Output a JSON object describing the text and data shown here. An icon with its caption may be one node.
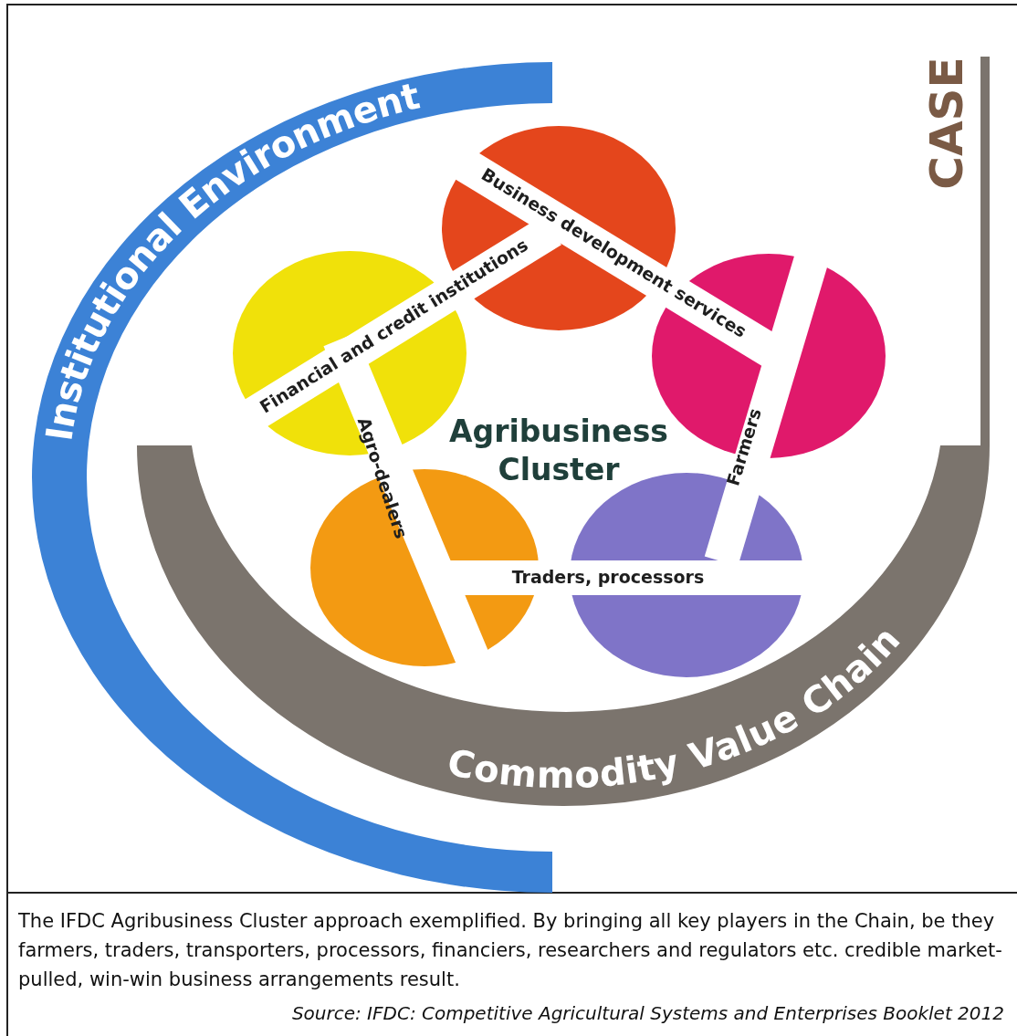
{
  "diagram": {
    "caption": "The IFDC Agribusiness Cluster approach exemplified. By bringing all key players in the Chain, be they farmers, traders, transporters, processors, financiers, researchers and regulators etc. credible market-pulled, win-win business arrangements result.",
    "nodes": [
      {
        "text": [
          "Institutional Environment"
        ]
      },
      {
        "text": [
          "CASE"
        ]
      },
      {
        "text": [
          "Commodity Value Chain"
        ]
      },
      {
        "text": [
          "Agribusiness Cluster"
        ]
      },
      {
        "text": [
          "Business development services"
        ]
      },
      {
        "text": [
          "Financial and credit institutions"
        ]
      },
      {
        "text": [
          "Farmers"
        ]
      },
      {
        "text": [
          "Agro-dealers"
        ]
      },
      {
        "text": [
          "Traders, processors"
        ]
      }
    ],
    "labels": [
      "Source: IFDC: Competitive Agricultural Systems and Enterprises Booklet 2012"
    ]
  }
}
